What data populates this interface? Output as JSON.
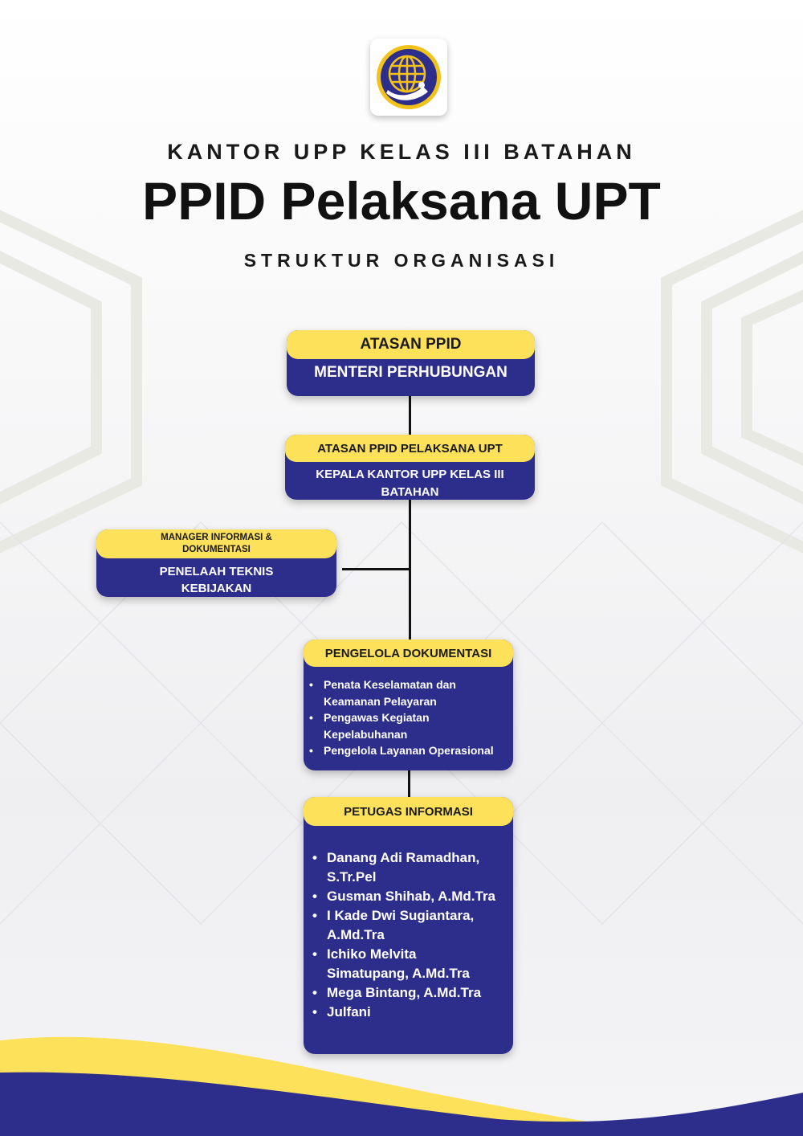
{
  "header": {
    "office": "KANTOR UPP KELAS III BATAHAN",
    "title": "PPID Pelaksana UPT",
    "subtitle": "STRUKTUR ORGANISASI"
  },
  "logo": {
    "icon": "kemenhub-emblem-icon"
  },
  "boxes": {
    "atasan_ppid": {
      "role": "ATASAN PPID",
      "holder": "MENTERI PERHUBUNGAN"
    },
    "atasan_pelaksana": {
      "role": "ATASAN PPID PELAKSANA UPT",
      "holder_line1": "KEPALA KANTOR UPP KELAS III",
      "holder_line2": "BATAHAN"
    },
    "manager": {
      "role_line1": "MANAGER INFORMASI &",
      "role_line2": "DOKUMENTASI",
      "holder_line1": "PENELAAH TEKNIS",
      "holder_line2": "KEBIJAKAN"
    },
    "pengelola": {
      "role": "PENGELOLA DOKUMENTASI",
      "items": [
        [
          "Penata Keselamatan dan",
          "Keamanan Pelayaran"
        ],
        [
          "Pengawas Kegiatan",
          "Kepelabuhanan"
        ],
        [
          "Pengelola Layanan Operasional"
        ]
      ]
    },
    "petugas": {
      "role": "PETUGAS INFORMASI",
      "items": [
        [
          "Danang Adi Ramadhan,",
          "S.Tr.Pel"
        ],
        [
          "Gusman Shihab, A.Md.Tra"
        ],
        [
          "I Kade Dwi Sugiantara,",
          "A.Md.Tra"
        ],
        [
          "Ichiko Melvita",
          "Simatupang, A.Md.Tra"
        ],
        [
          "Mega Bintang, A.Md.Tra"
        ],
        [
          "Julfani"
        ]
      ]
    }
  },
  "colors": {
    "navy": "#2d2e8c",
    "yellow": "#fde15a",
    "text": "#111111"
  }
}
